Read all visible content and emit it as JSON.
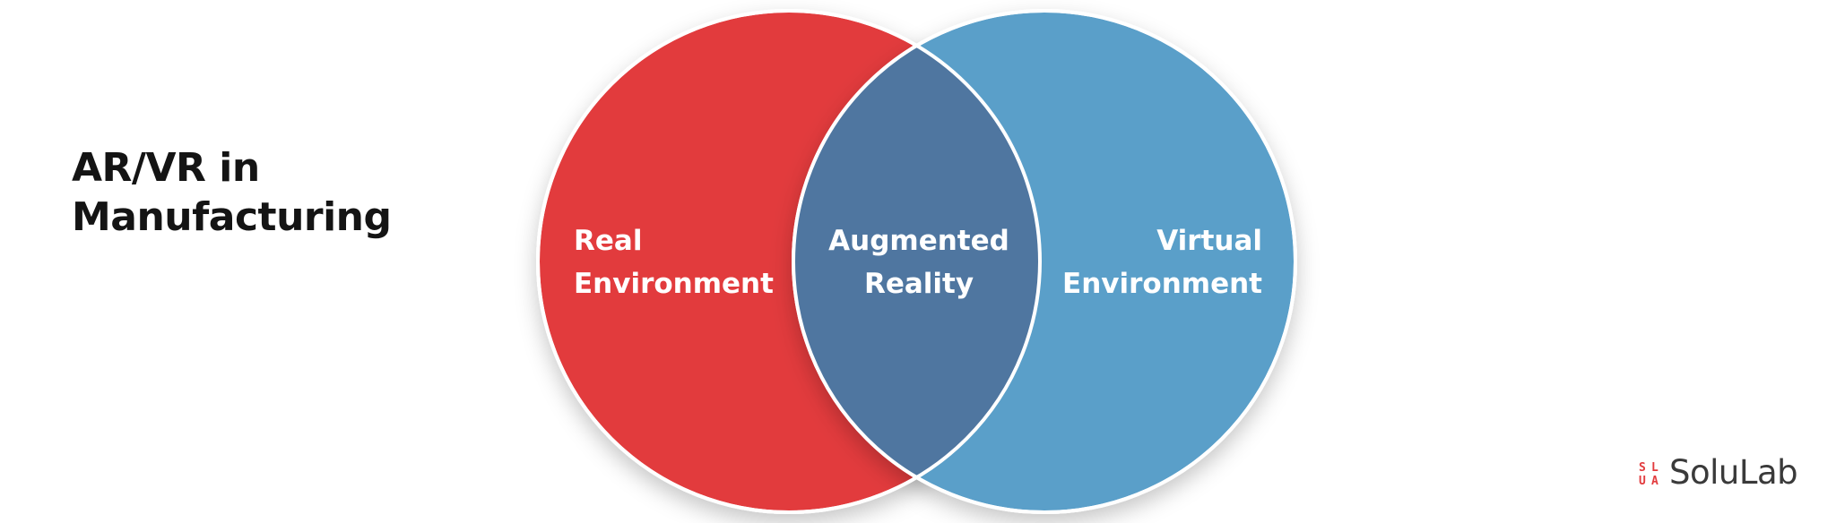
{
  "title": {
    "line1": "AR/VR in",
    "line2": "Manufacturing"
  },
  "venn": {
    "left": {
      "line1": "Real",
      "line2": "Environment",
      "color": "#e23b3e"
    },
    "intersection": {
      "line1": "Augmented",
      "line2": "Reality",
      "color": "#4f76a0"
    },
    "right": {
      "line1": "Virtual",
      "line2": "Environment",
      "color": "#5a9fc9"
    }
  },
  "brand": {
    "logo_icon": "solulab-logo-icon",
    "logo_chars": [
      "S",
      "L",
      "U",
      "A"
    ],
    "name": "SoluLab",
    "color": "#e23b3e"
  }
}
